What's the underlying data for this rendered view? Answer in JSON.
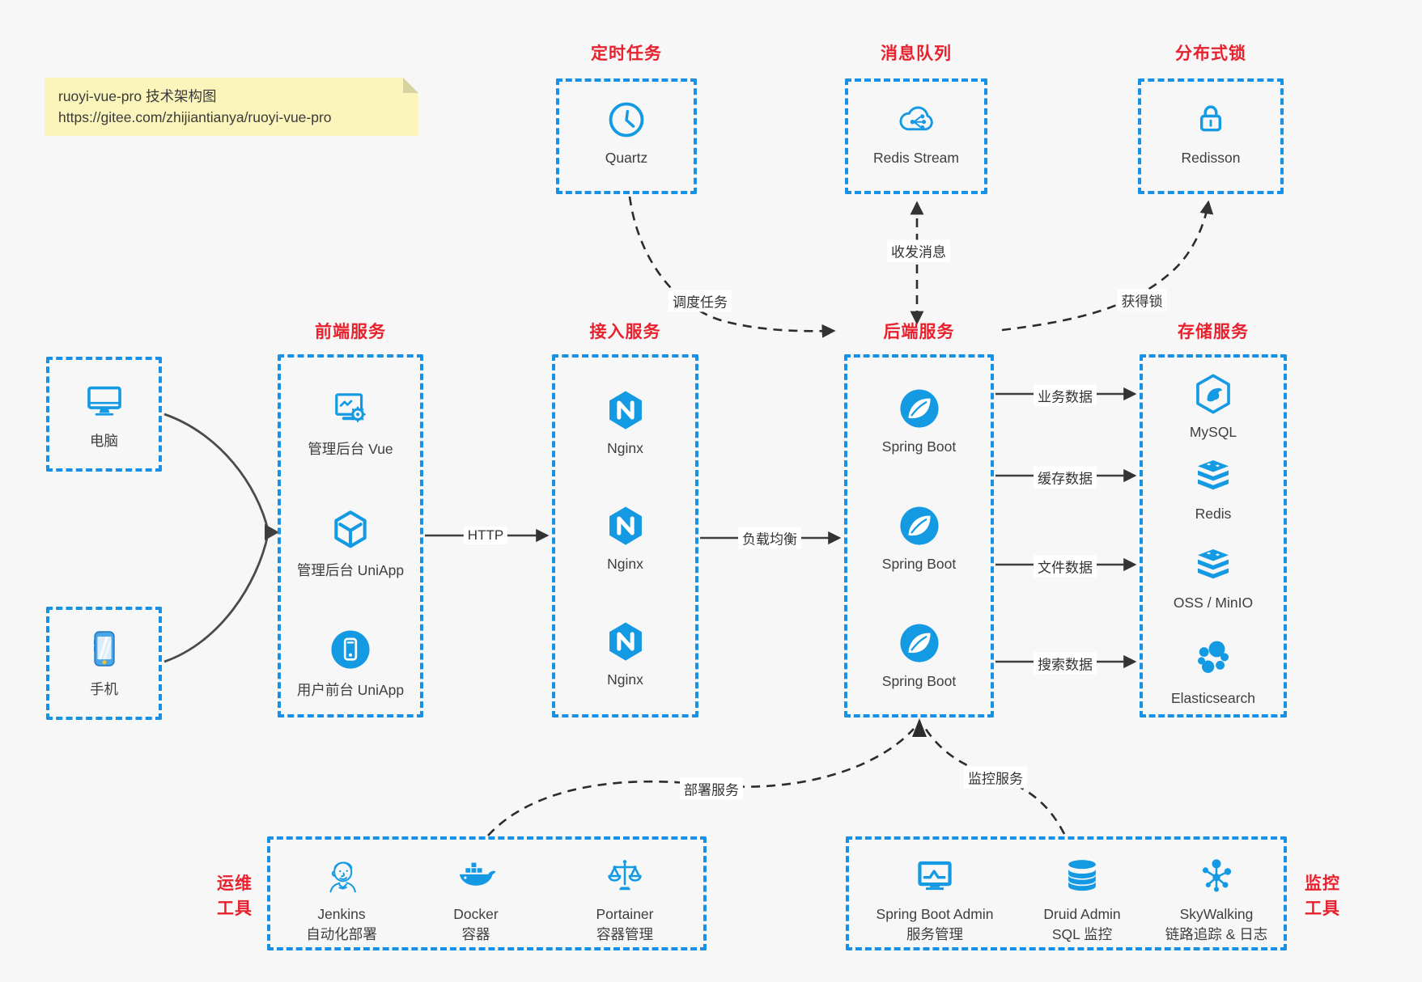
{
  "note": {
    "line1": "ruoyi-vue-pro 技术架构图",
    "line2": "https://gitee.com/zhijiantianya/ruoyi-vue-pro"
  },
  "groups": {
    "scheduler": {
      "title": "定时任务",
      "item": {
        "label": "Quartz",
        "icon": "clock-icon"
      }
    },
    "mq": {
      "title": "消息队列",
      "item": {
        "label": "Redis Stream",
        "icon": "cloud-network-icon"
      }
    },
    "lock": {
      "title": "分布式锁",
      "item": {
        "label": "Redisson",
        "icon": "lock-icon"
      }
    },
    "clients": {
      "pc": {
        "label": "电脑",
        "icon": "desktop-icon"
      },
      "mobile": {
        "label": "手机",
        "icon": "smartphone-icon"
      }
    },
    "frontend": {
      "title": "前端服务",
      "items": [
        {
          "label": "管理后台 Vue",
          "icon": "monitor-gear-icon"
        },
        {
          "label": "管理后台 UniApp",
          "icon": "cube-icon"
        },
        {
          "label": "用户前台 UniApp",
          "icon": "phone-circle-icon"
        }
      ]
    },
    "gateway": {
      "title": "接入服务",
      "items": [
        {
          "label": "Nginx",
          "icon": "nginx-icon"
        },
        {
          "label": "Nginx",
          "icon": "nginx-icon"
        },
        {
          "label": "Nginx",
          "icon": "nginx-icon"
        }
      ]
    },
    "backend": {
      "title": "后端服务",
      "items": [
        {
          "label": "Spring Boot",
          "icon": "spring-boot-icon"
        },
        {
          "label": "Spring Boot",
          "icon": "spring-boot-icon"
        },
        {
          "label": "Spring Boot",
          "icon": "spring-boot-icon"
        }
      ]
    },
    "storage": {
      "title": "存储服务",
      "items": [
        {
          "label": "MySQL",
          "icon": "mysql-icon"
        },
        {
          "label": "Redis",
          "icon": "redis-icon"
        },
        {
          "label": "OSS / MinIO",
          "icon": "oss-minio-icon"
        },
        {
          "label": "Elasticsearch",
          "icon": "elasticsearch-icon"
        }
      ]
    },
    "ops": {
      "title_line1": "运维",
      "title_line2": "工具",
      "items": [
        {
          "name": "Jenkins",
          "desc": "自动化部署",
          "icon": "jenkins-icon"
        },
        {
          "name": "Docker",
          "desc": "容器",
          "icon": "docker-icon"
        },
        {
          "name": "Portainer",
          "desc": "容器管理",
          "icon": "portainer-icon"
        }
      ]
    },
    "monitoring": {
      "title_line1": "监控",
      "title_line2": "工具",
      "items": [
        {
          "name": "Spring Boot Admin",
          "desc": "服务管理",
          "icon": "monitor-chart-icon"
        },
        {
          "name": "Druid Admin",
          "desc": "SQL 监控",
          "icon": "database-icon"
        },
        {
          "name": "SkyWalking",
          "desc": "链路追踪 & 日志",
          "icon": "node-network-icon"
        }
      ]
    }
  },
  "edges": {
    "http": "HTTP",
    "load_balance": "负载均衡",
    "business_data": "业务数据",
    "cache_data": "缓存数据",
    "file_data": "文件数据",
    "search_data": "搜索数据",
    "schedule_task": "调度任务",
    "send_receive_message": "收发消息",
    "acquire_lock": "获得锁",
    "deploy_service": "部署服务",
    "monitor_service": "监控服务"
  },
  "colors": {
    "accent_blue": "#1791e6",
    "icon_blue": "#1499e3",
    "title_red": "#e8212e",
    "arrow_dark": "#3f3f3f",
    "note_bg": "#fbf5bb"
  }
}
